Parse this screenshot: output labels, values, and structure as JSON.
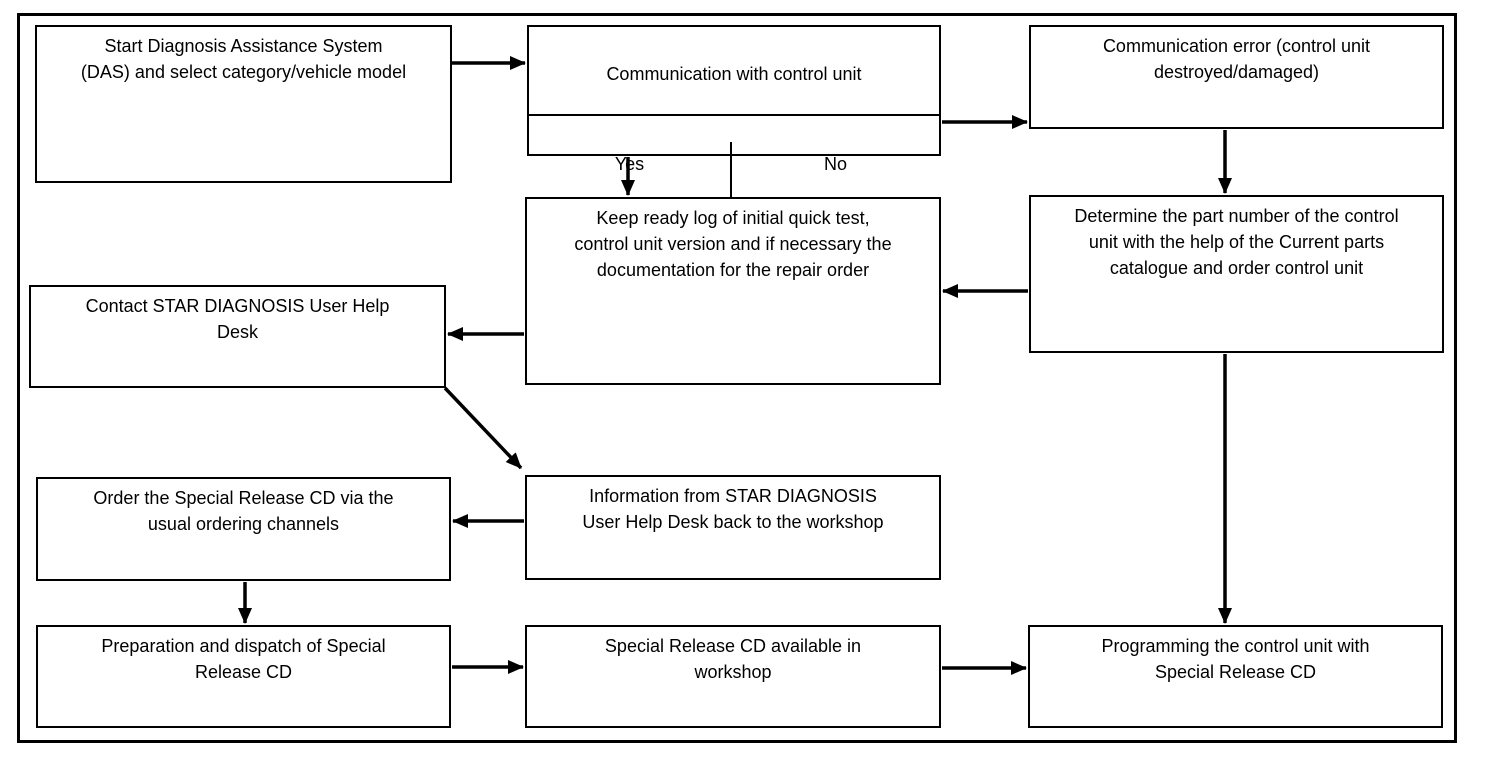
{
  "diagram": {
    "description": "Flowchart of the STAR DIAGNOSIS control unit programming process",
    "nodes": {
      "start": {
        "label": "Start Diagnosis Assistance System\n(DAS) and select category/vehicle model"
      },
      "communication_check": {
        "label": "Communication with control unit",
        "yes_label": "Yes",
        "no_label": "No"
      },
      "communication_error": {
        "label": "Communication error (control unit\ndestroyed/damaged)"
      },
      "keep_log": {
        "label": "Keep ready log of initial quick test,\ncontrol unit version and if necessary the\ndocumentation for the repair order"
      },
      "determine_part_number": {
        "label": "Determine the part number of the control\nunit with the help of the Current parts\ncatalogue and order control unit"
      },
      "contact_help_desk": {
        "label": "Contact STAR DIAGNOSIS User Help\nDesk"
      },
      "order_cd": {
        "label": "Order the Special Release CD via the\nusual ordering channels"
      },
      "info_back_to_workshop": {
        "label": "Information from STAR DIAGNOSIS\nUser Help Desk back to the workshop"
      },
      "preparation_dispatch": {
        "label": "Preparation and dispatch of Special\nRelease CD"
      },
      "cd_available": {
        "label": "Special Release CD available in\nworkshop"
      },
      "programming": {
        "label": "Programming the control unit with\nSpecial Release CD"
      }
    },
    "edges": [
      {
        "from": "start",
        "to": "communication_check"
      },
      {
        "from": "communication_check",
        "branch": "Yes",
        "to": "keep_log"
      },
      {
        "from": "communication_check",
        "branch": "No",
        "to": "communication_error"
      },
      {
        "from": "communication_error",
        "to": "determine_part_number"
      },
      {
        "from": "determine_part_number",
        "to": "keep_log"
      },
      {
        "from": "keep_log",
        "to": "contact_help_desk"
      },
      {
        "from": "contact_help_desk",
        "to": "info_back_to_workshop"
      },
      {
        "from": "info_back_to_workshop",
        "to": "order_cd"
      },
      {
        "from": "order_cd",
        "to": "preparation_dispatch"
      },
      {
        "from": "preparation_dispatch",
        "to": "cd_available"
      },
      {
        "from": "cd_available",
        "to": "programming"
      },
      {
        "from": "determine_part_number",
        "to": "programming"
      }
    ],
    "colors": {
      "line": "#000000",
      "background": "#ffffff",
      "text": "#000000"
    }
  }
}
